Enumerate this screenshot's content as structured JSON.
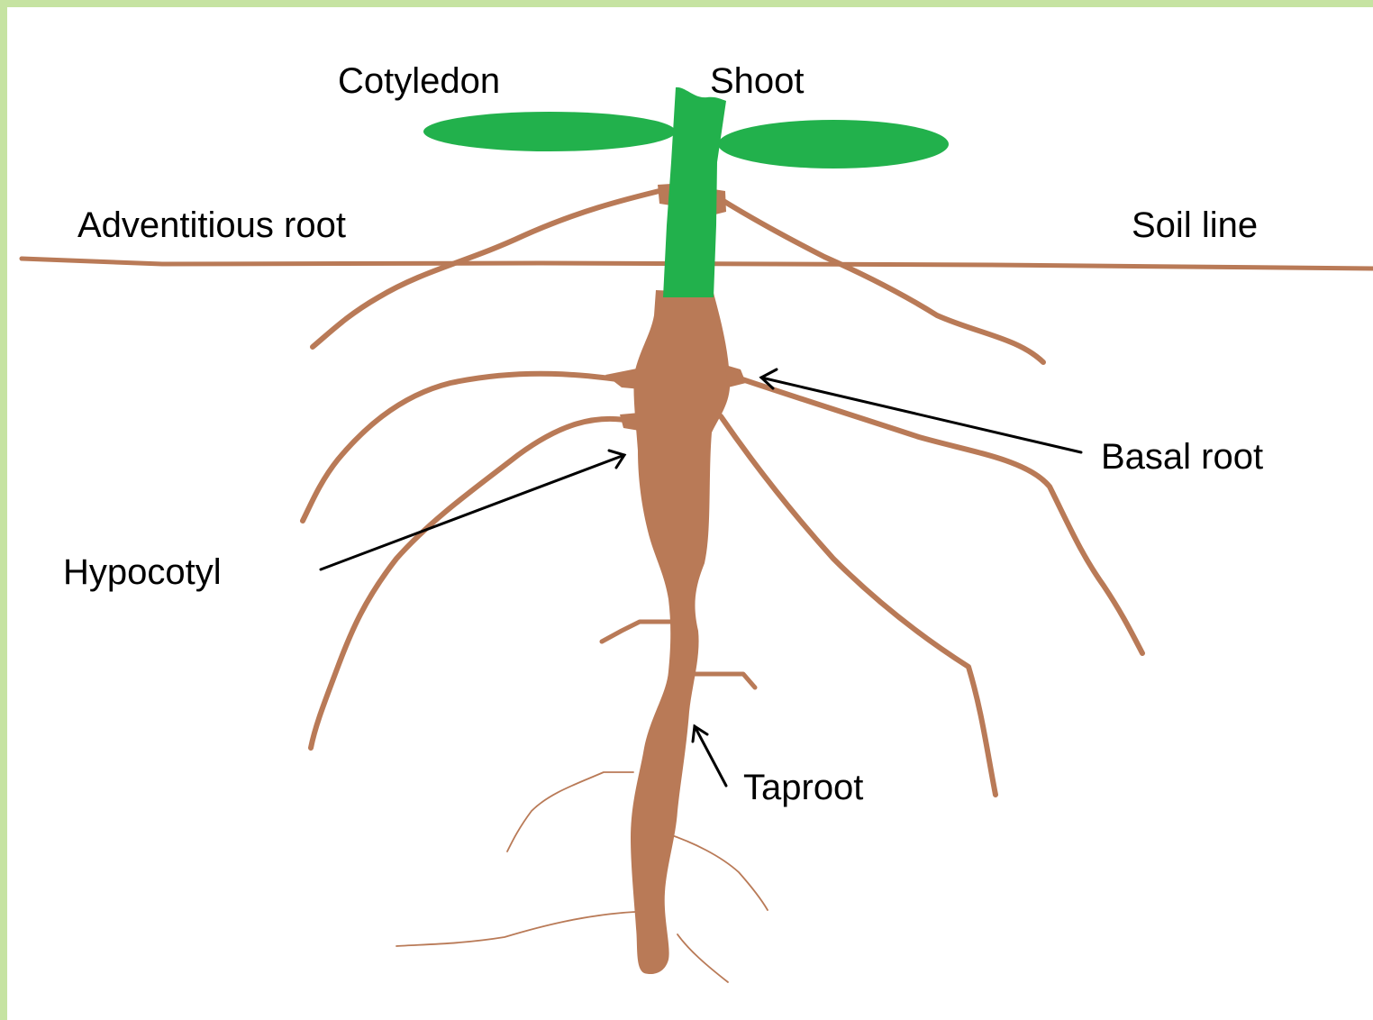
{
  "labels": {
    "cotyledon": "Cotyledon",
    "shoot": "Shoot",
    "adventitious_root": "Adventitious root",
    "soil_line": "Soil line",
    "basal_root": "Basal root",
    "hypocotyl": "Hypocotyl",
    "taproot": "Taproot"
  },
  "colors": {
    "frame": "#c6e3a2",
    "background": "#ffffff",
    "leaf": "#22b14c",
    "root": "#b97a57",
    "arrow": "#000000"
  }
}
